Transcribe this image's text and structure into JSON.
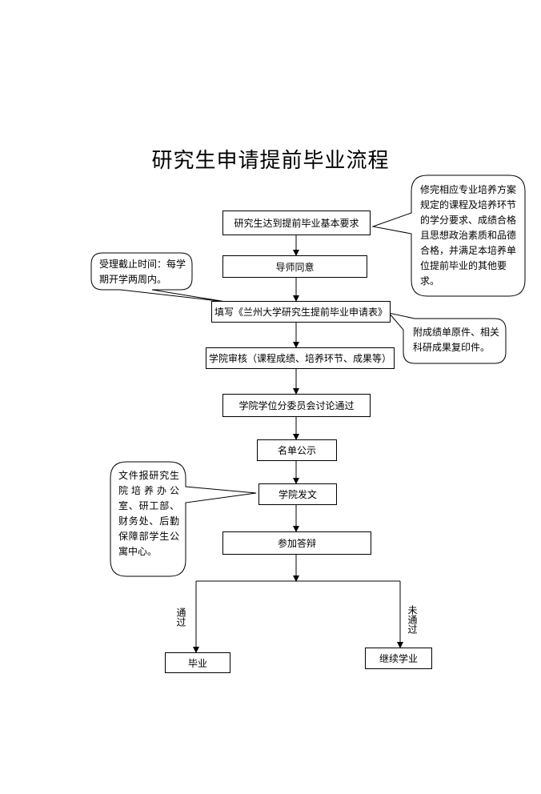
{
  "title": "研究生申请提前毕业流程",
  "steps": {
    "s1": "研究生达到提前毕业基本要求",
    "s2": "导师同意",
    "s3": "填写《兰州大学研究生提前毕业申请表》",
    "s4": "学院审核（课程成绩、培养环节、成果等）",
    "s5": "学院学位分委员会讨论通过",
    "s6": "名单公示",
    "s7": "学院发文",
    "s8": "参加答辩",
    "graduate": "毕业",
    "continue": "继续学业"
  },
  "branches": {
    "pass": "通过",
    "fail": "未通过"
  },
  "notes": {
    "requirements": "修完相应专业培养方案规定的课程及培养环节的学分要求、成绩合格且思想政治素质和品德合格，并满足本培养单位提前毕业的其他要求。",
    "deadline": "受理截止时间：每学期开学两周内。",
    "attachments": "附成绩单原件、相关科研成果复印件。",
    "reporting": "文件报研究生院培养办公室、研工部、财务处、后勤保障部学生公寓中心。"
  }
}
